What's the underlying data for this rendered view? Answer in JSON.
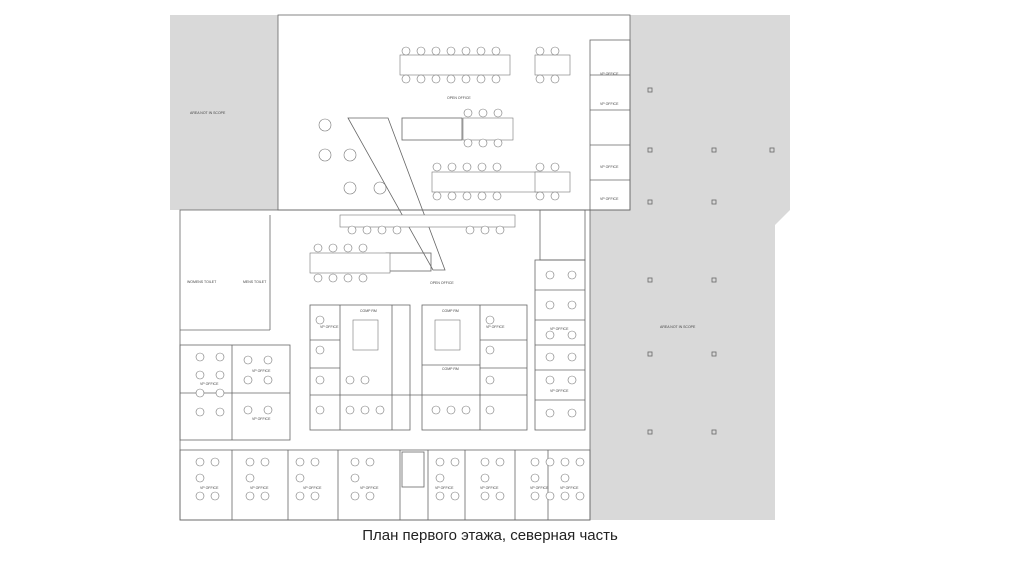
{
  "caption": "План первого этажа, северная часть",
  "colors": {
    "out_of_scope": "#d9d9d9",
    "lines": "#555555",
    "background": "#ffffff"
  },
  "labels": {
    "area_not_in_scope": "AREA NOT IN SCOPE",
    "open_office": "OPEN OFFICE",
    "vp_office": "VP OFFICE",
    "comp_rm": "COMP RM",
    "womens_toilet": "WOMENS TOILET",
    "mens_toilet": "MENS TOILET"
  }
}
